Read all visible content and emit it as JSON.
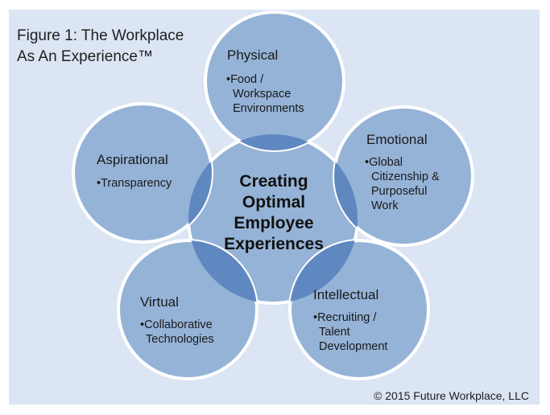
{
  "title": {
    "line1": "Figure 1: The Workplace",
    "line2": "As An Experience™"
  },
  "center": {
    "lines": [
      "Creating",
      "Optimal",
      "Employee",
      "Experiences"
    ]
  },
  "circles": [
    {
      "id": "physical",
      "heading": "Physical",
      "bullet_lines": [
        "•Food /",
        "Workspace",
        "Environments"
      ]
    },
    {
      "id": "emotional",
      "heading": "Emotional",
      "bullet_lines": [
        "•Global",
        "Citizenship &",
        "Purposeful",
        "Work"
      ]
    },
    {
      "id": "intellectual",
      "heading": "Intellectual",
      "bullet_lines": [
        "•Recruiting /",
        "Talent",
        "Development"
      ]
    },
    {
      "id": "virtual",
      "heading": "Virtual",
      "bullet_lines": [
        "•Collaborative",
        "Technologies"
      ]
    },
    {
      "id": "aspirational",
      "heading": "Aspirational",
      "bullet_lines": [
        "•Transparency"
      ]
    }
  ],
  "copyright": "© 2015 Future Workplace, LLC",
  "colors": {
    "background": "#dbe5f4",
    "circle_fill": "#95b3d7",
    "overlap_fill": "#5f88c0",
    "circle_stroke": "#ffffff"
  }
}
